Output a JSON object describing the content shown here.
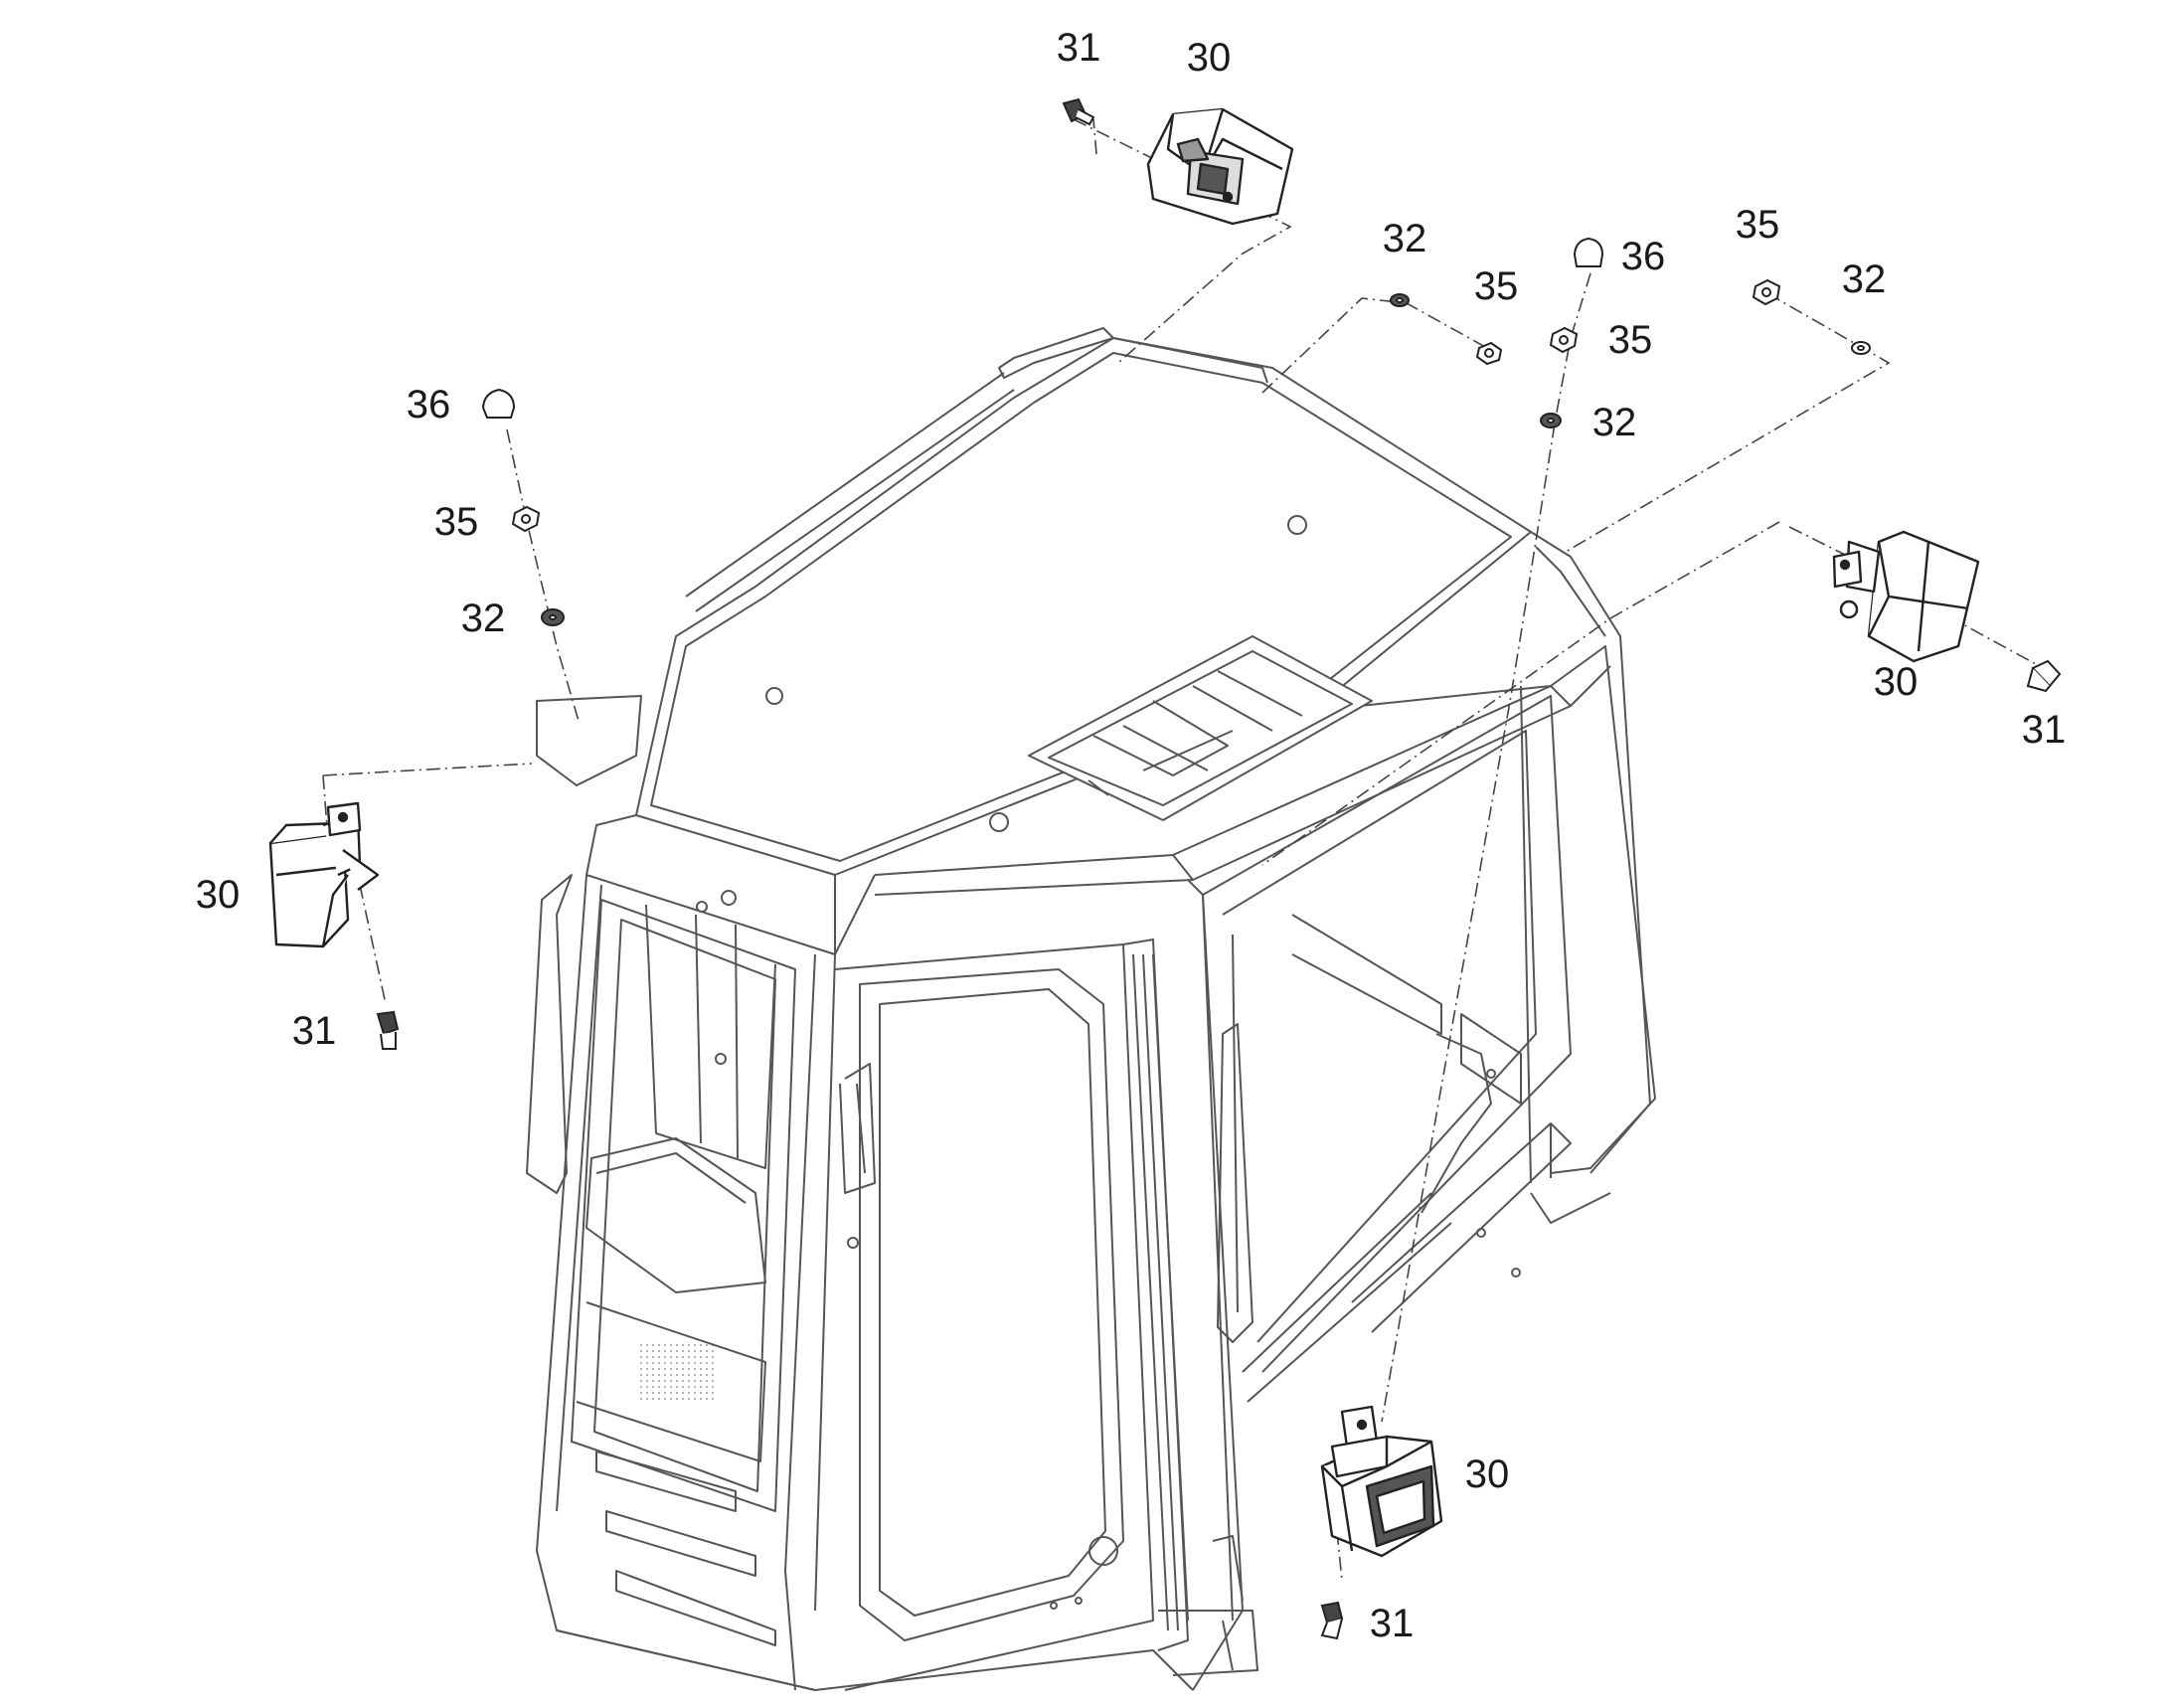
{
  "diagram": {
    "colors": {
      "line": "#555555",
      "dark": "#222222",
      "paper": "#ffffff",
      "text": "#1a1a1a"
    },
    "callouts": {
      "top_31": "31",
      "top_30": "30",
      "top_32_a": "32",
      "top_35_a": "35",
      "top_36": "36",
      "top_35_b": "35",
      "top_32_b": "32",
      "top_35_c": "35",
      "top_32_c": "32",
      "left_36": "36",
      "left_35": "35",
      "left_32": "32",
      "left_30": "30",
      "left_31": "31",
      "right_30": "30",
      "right_31": "31",
      "bottom_30": "30",
      "bottom_31": "31"
    }
  }
}
